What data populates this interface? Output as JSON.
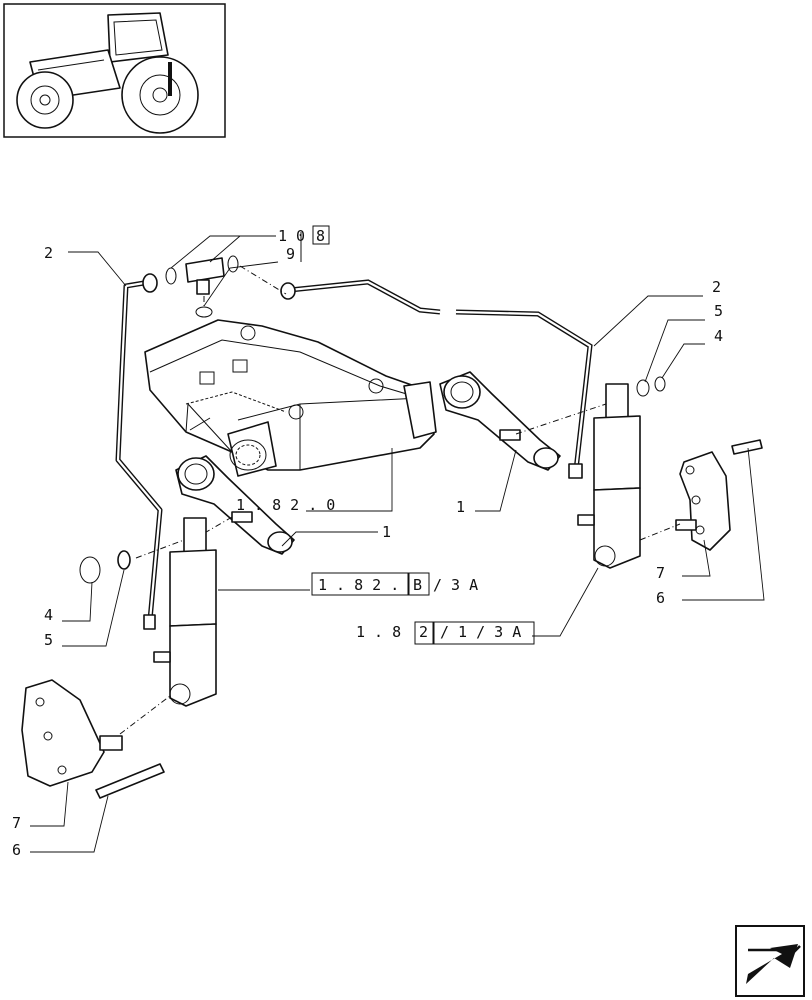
{
  "diagram": {
    "labels": {
      "l2_left": "2",
      "l10": "1 0",
      "l8box": "8",
      "l9": "9",
      "l2_right": "2",
      "l5_right": "5",
      "l4_right": "4",
      "l1_right": "1",
      "l1_center": "1",
      "l7_right": "7",
      "l6_right": "6",
      "l4_left": "4",
      "l5_left": "5",
      "l7_left": "7",
      "l6_left": "6",
      "ref_a_text": "1 . 8 2 . 0",
      "ref_b_p1": "1 . 8 2 .",
      "ref_b_box": "B",
      "ref_b_p2": "/ 3 A",
      "ref_c_p1": "1 . 8",
      "ref_c_box1": "2",
      "ref_c_box2": "/ 1 / 3 A"
    }
  }
}
